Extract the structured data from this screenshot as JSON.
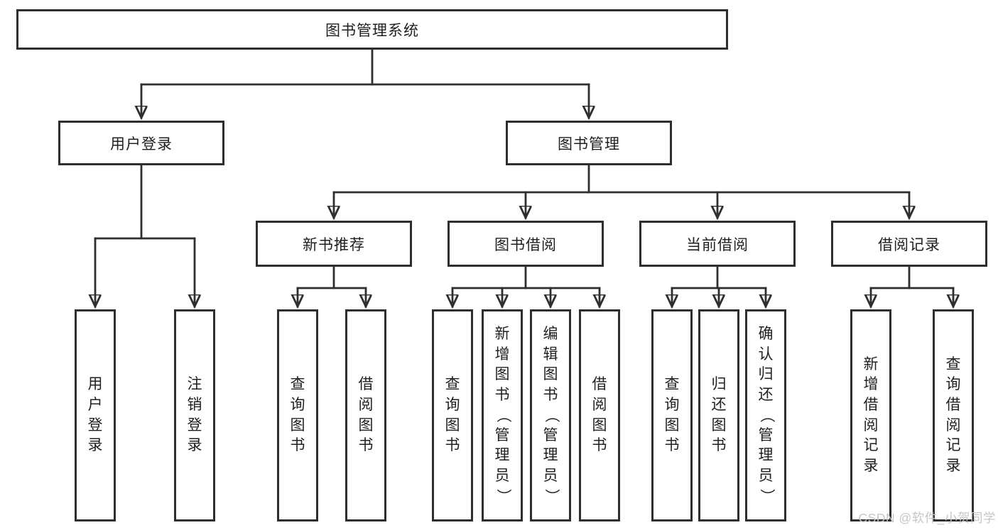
{
  "nodes": {
    "root": "图书管理系统",
    "level2": [
      "用户登录",
      "图书管理"
    ],
    "level3": [
      "新书推荐",
      "图书借阅",
      "当前借阅",
      "借阅记录"
    ],
    "leaves": [
      "用户登录",
      "注销登录",
      "查询图书",
      "借阅图书",
      "查询图书",
      "新增图书（管理员）",
      "编辑图书（管理员）",
      "借阅图书",
      "查询图书",
      "归还图书",
      "确认归还（管理员）",
      "新增借阅记录",
      "查询借阅记录"
    ]
  },
  "hierarchy": {
    "图书管理系统": {
      "用户登录": [
        "用户登录",
        "注销登录"
      ],
      "图书管理": {
        "新书推荐": [
          "查询图书",
          "借阅图书"
        ],
        "图书借阅": [
          "查询图书",
          "新增图书（管理员）",
          "编辑图书（管理员）",
          "借阅图书"
        ],
        "当前借阅": [
          "查询图书",
          "归还图书",
          "确认归还（管理员）"
        ],
        "借阅记录": [
          "新增借阅记录",
          "查询借阅记录"
        ]
      }
    }
  },
  "watermark": "CSDN @软件_小贺同学",
  "colors": {
    "line": "#2e2e2e",
    "text": "#1f1f1f",
    "watermark": "#c8c6c6",
    "background": "#ffffff"
  }
}
